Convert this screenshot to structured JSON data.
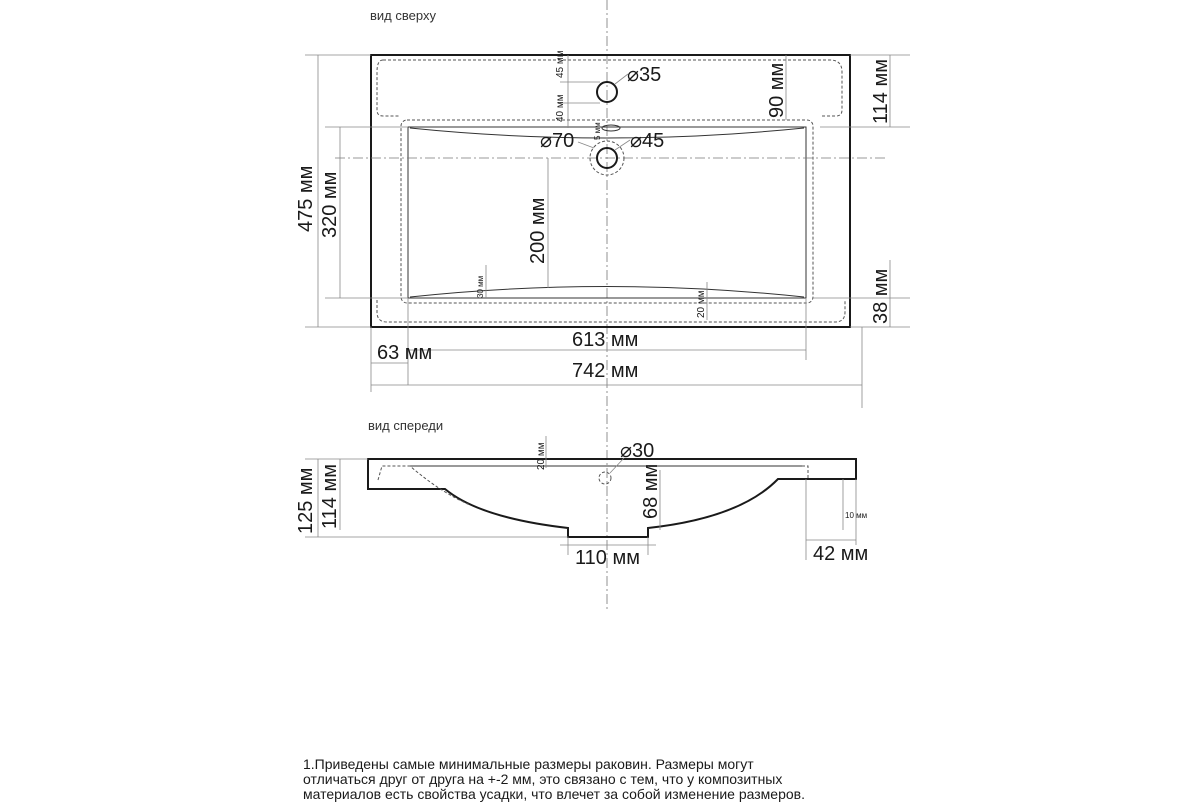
{
  "views": {
    "top": "вид сверху",
    "front": "вид спереди"
  },
  "top_view": {
    "hole_35": "⌀35",
    "hole_70": "⌀70",
    "hole_45": "⌀45",
    "dim_45mm": "45 мм",
    "dim_40mm": "40 мм",
    "dim_5mm": "5 мм",
    "dim_90mm": "90 мм",
    "dim_114mm": "114 мм",
    "dim_475mm": "475 мм",
    "dim_320mm": "320 мм",
    "dim_200mm": "200 мм",
    "dim_30mm": "30 мм",
    "dim_20mm": "20 мм",
    "dim_38mm": "38 мм",
    "dim_613mm": "613 мм",
    "dim_63mm": "63 мм",
    "dim_742mm": "742 мм"
  },
  "front_view": {
    "hole_30": "⌀30",
    "dim_20mm": "20 мм",
    "dim_125mm": "125 мм",
    "dim_114mm": "114 мм",
    "dim_68mm": "68 мм",
    "dim_10mm": "10 мм",
    "dim_110mm": "110 мм",
    "dim_42mm": "42 мм"
  },
  "note": {
    "line1": "1.Приведены самые минимальные размеры раковин. Размеры могут",
    "line2": "отличаться друг от друга на +-2 мм, это связано с тем, что у композитных",
    "line3": "материалов есть свойства усадки, что влечет за собой изменение размеров."
  }
}
